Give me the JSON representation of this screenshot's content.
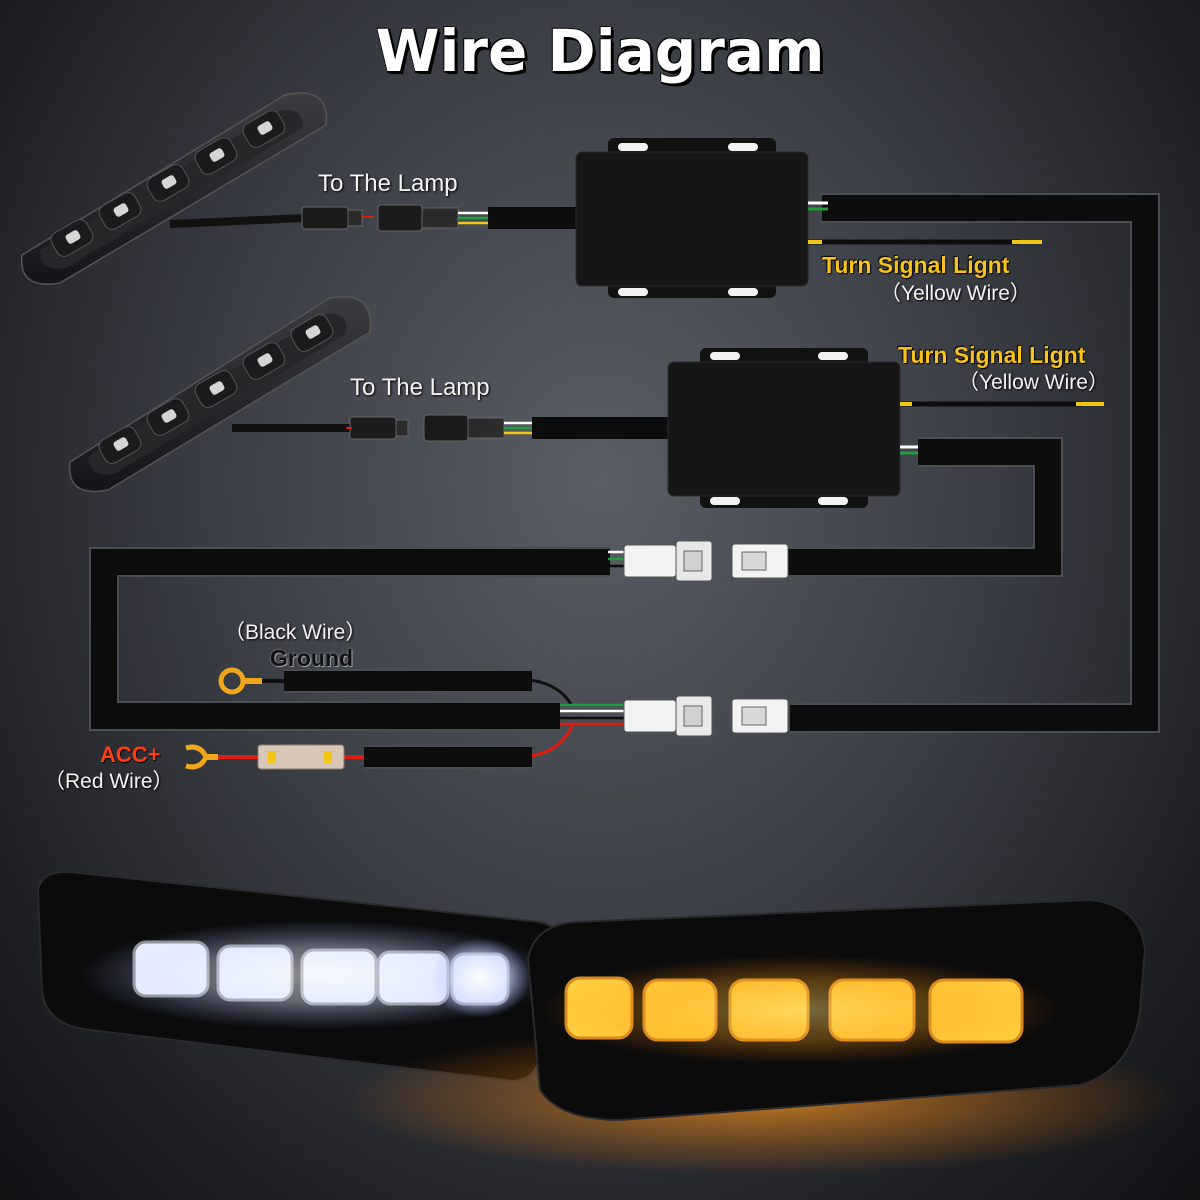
{
  "title": "Wire Diagram",
  "labels": {
    "to_lamp_top": "To The Lamp",
    "to_lamp_bottom": "To The Lamp",
    "turn_signal_top": "Turn Signal Lignt",
    "yellow_wire_top": "（Yellow Wire）",
    "turn_signal_bottom": "Turn Signal Lignt",
    "yellow_wire_bottom": "（Yellow Wire）",
    "black_wire": "（Black Wire）",
    "ground": "Ground",
    "acc": "ACC+",
    "red_wire": "（Red Wire）"
  },
  "colors": {
    "wire_black": "#0d0d0d",
    "wire_red": "#e01b10",
    "wire_yellow": "#f2c617",
    "wire_green": "#1f9e3a",
    "connector_white": "#f3f3f3",
    "drl_white": "#ffffff",
    "drl_amber": "#ffa21c"
  }
}
